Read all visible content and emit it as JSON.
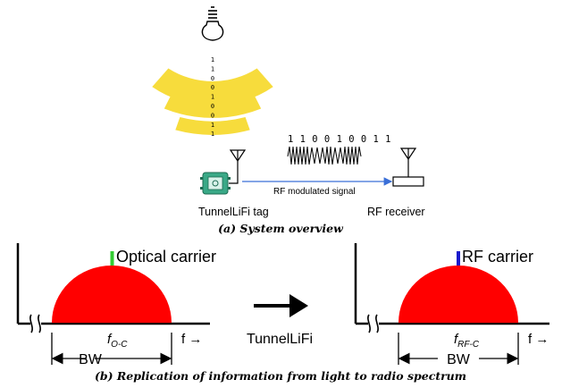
{
  "overview": {
    "light_bits": [
      "1",
      "1",
      "0",
      "0",
      "1",
      "0",
      "0",
      "1",
      "1"
    ],
    "signal_bits": "1 1 0 0 1 0 0 1 1",
    "tag_label": "TunnelLiFi tag",
    "link_label": "RF modulated signal",
    "receiver_label": "RF receiver",
    "caption": "(a) System overview"
  },
  "spectrum": {
    "left": {
      "carrier_label": "Optical carrier",
      "freq_label_main": "f",
      "freq_label_sub": "O-C",
      "axis_label": "f →",
      "bw_label": "BW",
      "carrier_color": "#33cc33"
    },
    "arrow_label": "TunnelLiFi",
    "right": {
      "carrier_label": "RF carrier",
      "freq_label_main": "f",
      "freq_label_sub": "RF-C",
      "axis_label": "f →",
      "bw_label": "BW",
      "carrier_color": "#1a1acc"
    },
    "spectrum_color": "#ff0000",
    "caption": "(b) Replication of information from light to radio spectrum"
  },
  "colors": {
    "light_band": "#f7dc3c",
    "tag_board": "#3aa987",
    "link_arrow": "#3a6fd8"
  }
}
